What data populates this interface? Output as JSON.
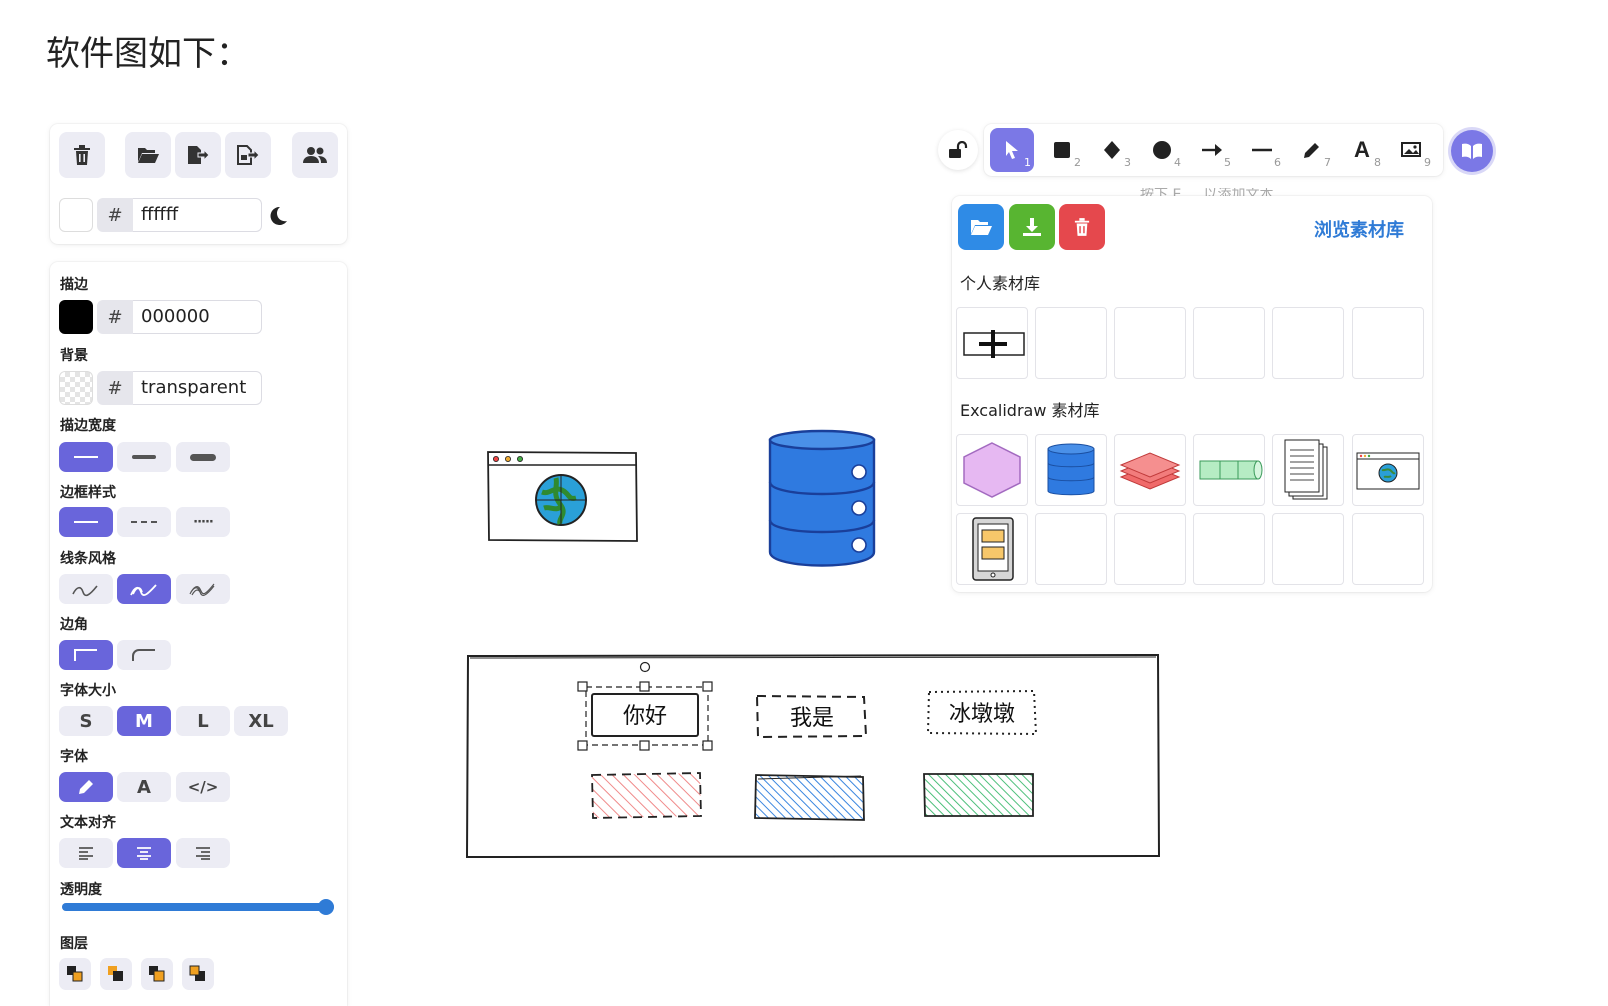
{
  "heading": "软件图如下：",
  "colors": {
    "accent": "#6965db",
    "accent_light": "#7b78e6",
    "link": "#2f7bd6",
    "blue_btn": "#2f8be6",
    "green_btn": "#58b531",
    "red_btn": "#e5484d"
  },
  "top_panel": {
    "icons": [
      "trash-icon",
      "folder-open-icon",
      "export-icon",
      "export-image-icon",
      "users-icon"
    ],
    "background_hash": "#",
    "background_value": "ffffff",
    "theme_icon": "moon-icon"
  },
  "props": {
    "stroke_label": "描边",
    "stroke_hash": "#",
    "stroke_value": "000000",
    "bg_label": "背景",
    "bg_hash": "#",
    "bg_value": "transparent",
    "stroke_width_label": "描边宽度",
    "stroke_style_label": "边框样式",
    "stroke_style_dotted": "·····",
    "sloppiness_label": "线条风格",
    "edges_label": "边角",
    "font_size_label": "字体大小",
    "font_sizes": [
      "S",
      "M",
      "L",
      "XL"
    ],
    "font_family_label": "字体",
    "font_family_a": "A",
    "font_family_code": "</>",
    "text_align_label": "文本对齐",
    "opacity_label": "透明度",
    "opacity": 1.0,
    "layers_label": "图层"
  },
  "toolbar": {
    "tools": [
      {
        "name": "selection",
        "num": "1"
      },
      {
        "name": "rectangle",
        "num": "2"
      },
      {
        "name": "diamond",
        "num": "3"
      },
      {
        "name": "ellipse",
        "num": "4"
      },
      {
        "name": "arrow",
        "num": "5"
      },
      {
        "name": "line",
        "num": "6"
      },
      {
        "name": "draw",
        "num": "7"
      },
      {
        "name": "text",
        "num": "8",
        "glyph": "A"
      },
      {
        "name": "image",
        "num": "9"
      }
    ],
    "hint_partial": "按下 E ... 以添加文本"
  },
  "library": {
    "browse_link": "浏览素材库",
    "personal_title": "个人素材库",
    "excalidraw_title": "Excalidraw 素材库"
  },
  "canvas": {
    "labels": [
      "你好",
      "我是",
      "冰墩墩"
    ]
  }
}
